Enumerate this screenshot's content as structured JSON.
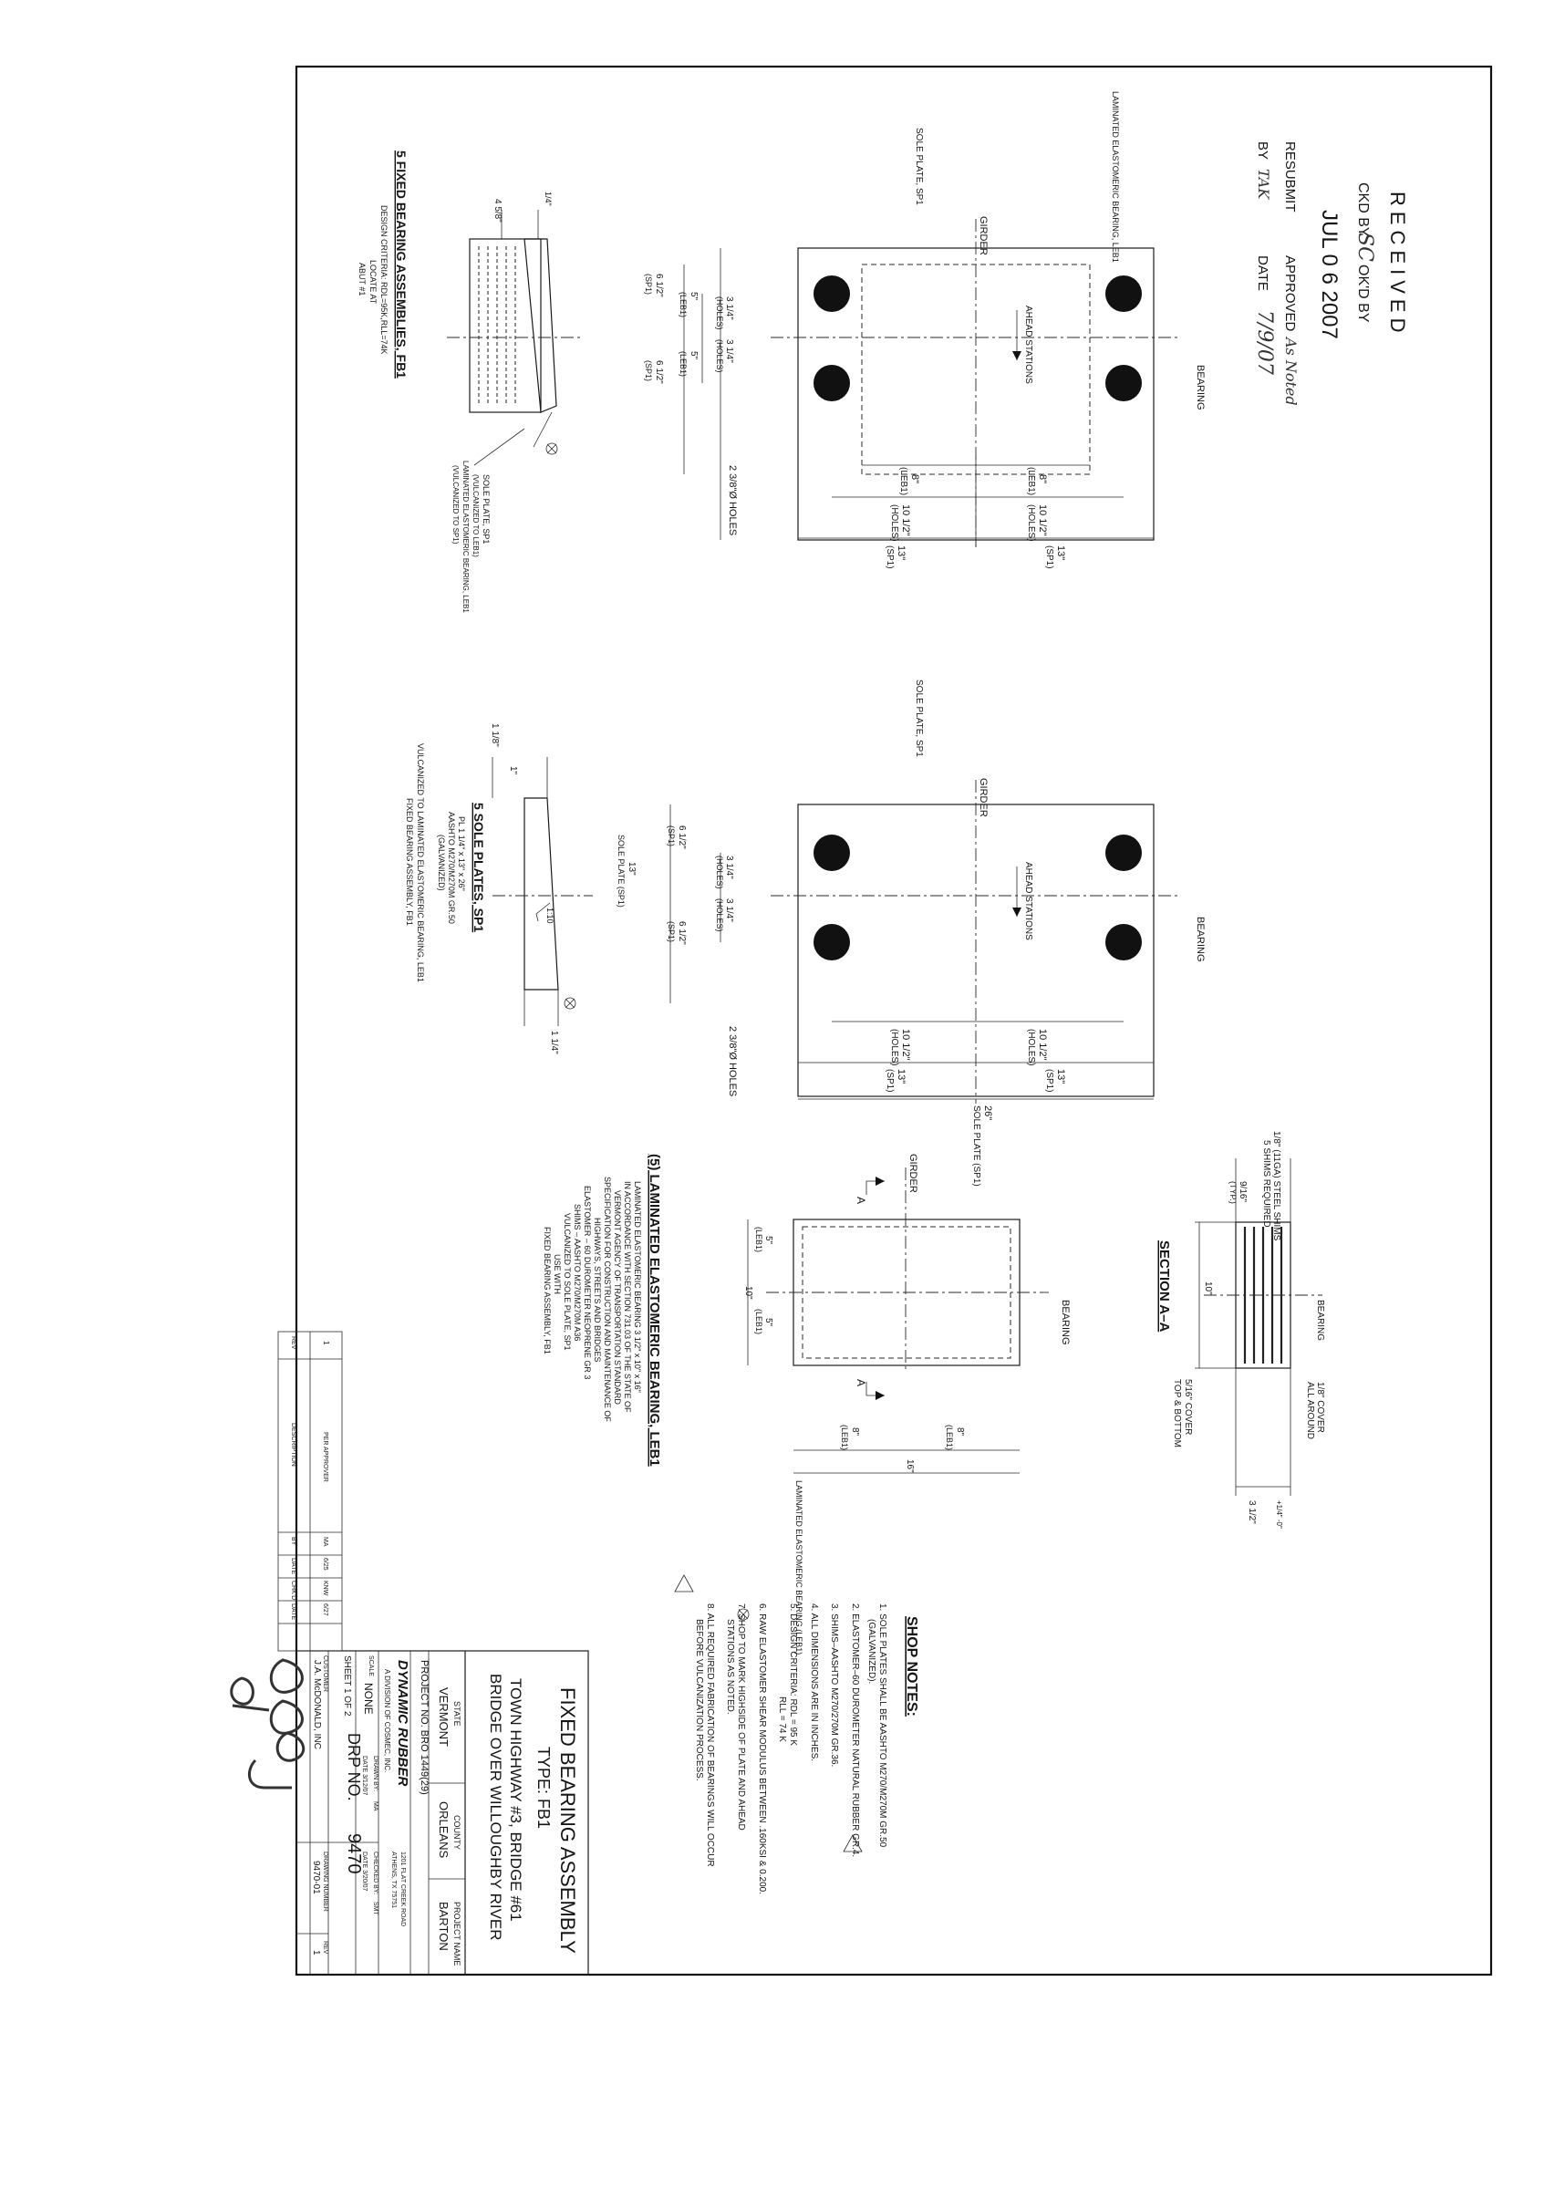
{
  "stamp": {
    "received": "RECEIVED",
    "date": "JUL 0 6 2007",
    "ckd_by": "CKD BY",
    "ckd_initials": "SC",
    "ok": "OK'D BY",
    "resubmit": "RESUBMIT",
    "approved": "APPROVED",
    "approved_hand": "As Noted",
    "by": "BY",
    "by_hand": "TAK",
    "date_label": "DATE",
    "date_hand": "7/9/07"
  },
  "top_plan": {
    "girder": "GIRDER",
    "bearing": "BEARING",
    "ahead_stations": "AHEAD STATIONS",
    "laminated": "LAMINATED ELASTOMERIC BEARING, LEB1",
    "sole_plate": "SOLE PLATE, SP1",
    "dim_8a": "8\"",
    "dim_8a_sub": "(LEB1)",
    "dim_8b": "8\"",
    "dim_8b_sub": "(LEB1)",
    "dim_10a": "10 1/2\"",
    "dim_10a_sub": "(HOLES)",
    "dim_10b": "10 1/2\"",
    "dim_10b_sub": "(HOLES)",
    "dim_13a": "13\"",
    "dim_13a_sub": "(SP1)",
    "dim_13b": "13\"",
    "dim_13b_sub": "(SP1)",
    "dim_312a": "3 1/4\"",
    "dim_312a_sub": "(HOLES)",
    "dim_312b": "3 1/4\"",
    "dim_312b_sub": "(HOLES)",
    "dim_5a": "5\"",
    "dim_5a_sub": "(LEB1)",
    "dim_5b": "5\"",
    "dim_5b_sub": "(LEB1)",
    "dim_612a": "6 1/2\"",
    "dim_612a_sub": "(SP1)",
    "dim_612b": "6 1/2\"",
    "dim_612b_sub": "(SP1)",
    "holes": "2 3/8\"Ø HOLES"
  },
  "fb1_elev": {
    "title": "5 FIXED BEARING ASSEMBLIES, FB1",
    "criteria": "DESIGN CRITERIA: RDL=95K,RLL=74K",
    "locate": "LOCATE AT",
    "abut": "ABUT #1",
    "dim_458": "4 5/8\"",
    "dim_14": "1/4\"",
    "sole_note": "SOLE PLATE, SP1",
    "vulc_note": "(VULCANIZED TO LEB1)",
    "lam_note": "LAMINATED ELASTOMERIC BEARING, LEB1",
    "vulc_note2": "(VULCANIZED TO SP1)"
  },
  "mid_plan": {
    "girder": "GIRDER",
    "bearing": "BEARING",
    "ahead_stations": "AHEAD STATIONS",
    "sole_plate": "SOLE PLATE, SP1",
    "dim_10a": "10 1/2\"",
    "dim_10a_sub": "(HOLES)",
    "dim_10b": "10 1/2\"",
    "dim_10b_sub": "(HOLES)",
    "dim_13a": "13\"",
    "dim_13a_sub": "(SP1)",
    "dim_13b": "13\"",
    "dim_13b_sub": "(SP1)",
    "dim_26": "26\"",
    "dim_26_sub": "SOLE PLATE (SP1)",
    "dim_312a": "3 1/4\"",
    "dim_312a_sub": "(HOLES)",
    "dim_312b": "3 1/4\"",
    "dim_312b_sub": "(HOLES)",
    "dim_612a": "6 1/2\"",
    "dim_612a_sub": "(SP1)",
    "dim_612b": "6 1/2\"",
    "dim_612b_sub": "(SP1)",
    "dim_13": "13\"",
    "dim_13_sub": "SOLE PLATE (SP1)",
    "holes": "2 3/8\"Ø HOLES"
  },
  "sp1_elev": {
    "title": "5 SOLE PLATES, SP1",
    "dim_118": "1 1/8\"",
    "dim_1": "1\"",
    "dim_114": "1 1/4\"",
    "slope": "1:10",
    "note1": "PL 1 1/4\" x 13\" x 26\"",
    "note2": "AASHTO M270/M270M GR.50",
    "note3": "(GALVANIZED)",
    "note4": "VULCANIZED TO LAMINATED ELASTOMERIC BEARING, LEB1",
    "note5": "FIXED BEARING ASSEMBLY, FB1"
  },
  "leb1": {
    "title": "(5) LAMINATED ELASTOMERIC BEARING, LEB1",
    "girder": "GIRDER",
    "bearing": "BEARING",
    "section_a": "A",
    "lam_label": "LAMINATED ELASTOMERIC BEARING (LEB1)",
    "dim_5a": "5\"",
    "dim_5a_sub": "(LEB1)",
    "dim_5b": "5\"",
    "dim_5b_sub": "(LEB1)",
    "dim_10": "10\"",
    "dim_8a": "8\"",
    "dim_8a_sub": "(LEB1)",
    "dim_8b": "8\"",
    "dim_8b_sub": "(LEB1)",
    "dim_16": "16\"",
    "spec1": "LAMINATED ELASTOMERIC BEARING 3 1/2\" x 10\" x 16\"",
    "spec2": "IN ACCORDANCE WITH SECTION 731.03 OF THE STATE OF",
    "spec3": "VERMONT AGENCY OF TRANSPORTATION STANDARD",
    "spec4": "SPECIFICATION FOR CONSTRUCTION AND MAINTENANCE OF",
    "spec5": "HIGHWAYS, STREETS AND BRIDGES",
    "spec6": "ELASTOMER – 60 DUROMETER NEOPRENE GR 3",
    "spec7": "SHIMS – AASHTO M270/M270M A36",
    "spec8": "VULCANIZED TO SOLE PLATE, SP1",
    "spec9": "USE WITH",
    "spec10": "FIXED BEARING ASSEMBLY, FB1"
  },
  "section": {
    "title": "SECTION A–A",
    "shims": "1/8\" (11GA) STEEL SHIMS",
    "shims2": "5 SHIMS REQUIRED",
    "dim_916": "9/16\"",
    "typ": "(TYP.)",
    "bearing": "BEARING",
    "dim_10": "10\"",
    "cover": "5/16\" COVER",
    "cover2": "TOP & BOTTOM",
    "cover_all": "1/8\" COVER",
    "cover_all2": "ALL AROUND",
    "height": "3 1/2\"",
    "tol": "+1/4\" -0\""
  },
  "notes": {
    "title": "SHOP NOTES:",
    "n1": "1.  SOLE PLATES SHALL BE AASHTO M270/M270M GR.50",
    "n1b": "(GALVANIZED).",
    "n2": "2.  ELASTOMER–60 DUROMETER NATURAL RUBBER GR.4.",
    "n3": "3.  SHIMS–AASHTO M270/270M GR.36.",
    "n4": "4.  ALL DIMENSIONS ARE IN INCHES.",
    "n5": "5.  DESIGN CRITERIA:   RDL = 95 K",
    "n5b": "RLL = 74 K",
    "n6": "6.  RAW ELASTOMER SHEAR MODULUS BETWEEN .160KSI & 0.200.",
    "n7": "7.      SHOP TO MARK HIGHSIDE OF PLATE AND AHEAD",
    "n7b": "STATIONS AS NOTED.",
    "n8": "8.  ALL REQUIRED FABRICATION OF BEARINGS WILL OCCUR",
    "n8b": "BEFORE VULCANIZATION PROCESS."
  },
  "title_block": {
    "title1": "FIXED BEARING ASSEMBLY",
    "title2": "TYPE:   FB1",
    "title3": "TOWN HIGHWAY #3, BRIDGE #61",
    "title4": "BRIDGE OVER WILLOUGHBY RIVER",
    "state_h": "STATE",
    "county_h": "COUNTY",
    "project_h": "PROJECT NAME",
    "state": "VERMONT",
    "county": "ORLEANS",
    "project": "BARTON",
    "project_no": "PROJECT NO. BRO 1449(29)",
    "company": "DYNAMIC RUBBER",
    "company_sub": "A DIVISION OF COSMEC, INC.",
    "addr1": "1201 FLAT CREEK ROAD",
    "addr2": "ATHENS, TX 75751",
    "scale_l": "SCALE",
    "scale": "NONE",
    "drawn_l": "DRAWN BY:",
    "drawn": "MA",
    "drawn_date": "DATE   3/12/07",
    "checked_l": "CHECKED BY:",
    "checked": "SMT",
    "checked_date": "DATE   3/20/07",
    "sheet": "SHEET  1  OF  2",
    "drp": "DRP NO.",
    "drp_no": "9470",
    "customer_l": "CUSTOMER",
    "customer": "J.A. McDONALD, INC",
    "drawing_no_l": "DRAWING NUMBER",
    "drawing_no": "9470-01",
    "rev_l": "REV",
    "rev": "1",
    "rev_col": "REV",
    "desc_col": "DESCRIPTION",
    "by_col": "BY",
    "date_col": "DATE",
    "chk_col": "CHK'D",
    "date_col2": "DATE",
    "rev_row_desc": "PER APPROVER",
    "rev_row_by": "MA",
    "rev_row_date": "6/25",
    "rev_row_chk": "KNW",
    "rev_row_date2": "6/27",
    "rev_row_num": "1"
  }
}
